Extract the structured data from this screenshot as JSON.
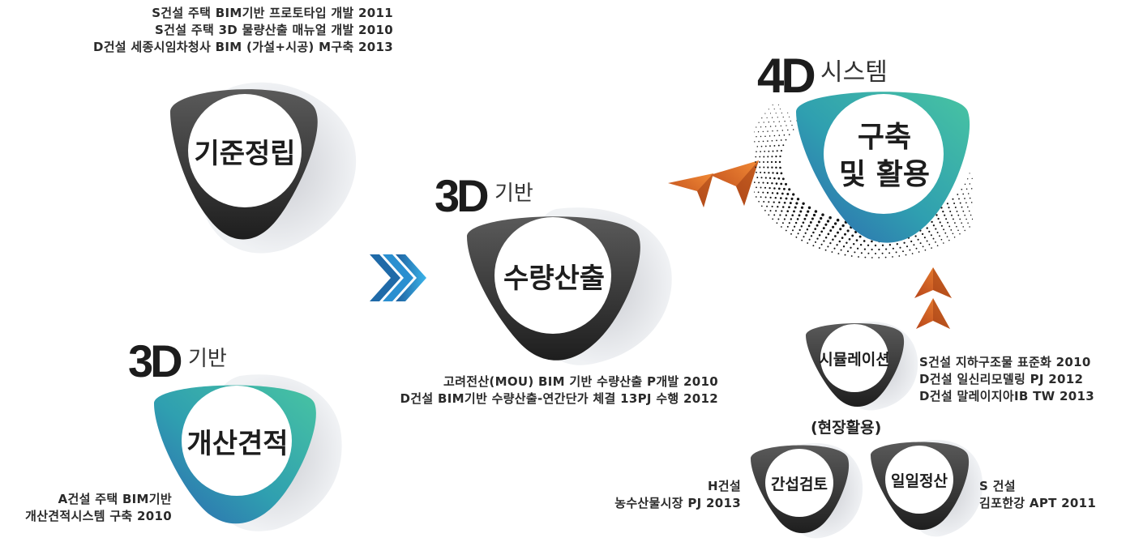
{
  "standard": {
    "label": "기준정립",
    "notes": [
      "S건설 주택 BIM기반 프로토타입 개발 2011",
      "S건설 주택 3D 물량산출 매뉴얼 개발 2010",
      "D건설 세종시임차청사 BIM (가설+시공) M구축 2013"
    ]
  },
  "estimate": {
    "prefix_big": "3D",
    "prefix_small": "기반",
    "label": "개산견적",
    "notes": [
      "A건설 주택 BIM기반",
      "개산견적시스템 구축 2010"
    ]
  },
  "quantity": {
    "prefix_big": "3D",
    "prefix_small": "기반",
    "label": "수량산출",
    "notes": [
      "고려전산(MOU) BIM 기반 수량산출 P개발 2010",
      "D건설 BIM기반 수량산출-연간단가 체결 13PJ 수행 2012"
    ]
  },
  "system4d": {
    "prefix_big": "4D",
    "prefix_small": "시스템",
    "label_line1": "구축",
    "label_line2": "및 활용"
  },
  "simulation": {
    "label": "시뮬레이션",
    "notes": [
      "S건설 지하구조물 표준화 2010",
      "D건설 일신리모델링 PJ 2012",
      "D건설 말레이지아IB TW 2013"
    ]
  },
  "field_use": "(현장활용)",
  "clash": {
    "label": "간섭검토",
    "notes": [
      "H건설",
      "농수산물시장 PJ 2013"
    ]
  },
  "daily": {
    "label": "일일정산",
    "notes": [
      "S 건설",
      "김포한강 APT 2011"
    ]
  },
  "colors": {
    "dark": "#3a3a3a",
    "teal": "#3fb6a0",
    "blue": "#3478b8",
    "arrow_blue": "#2a9ad8",
    "arrow_orange": "#e0651e"
  }
}
